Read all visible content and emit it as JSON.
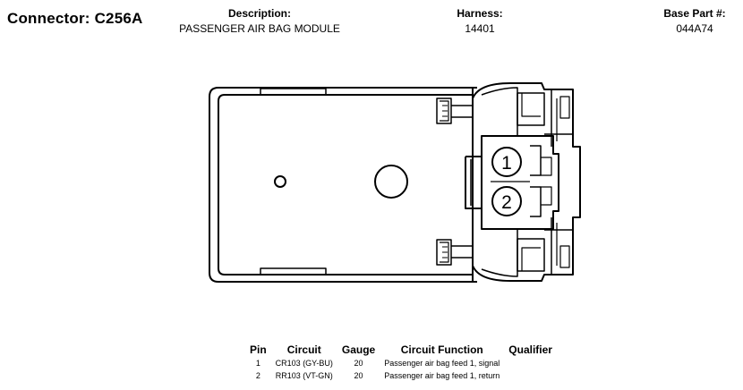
{
  "connector": {
    "title": "Connector: C256A"
  },
  "header": {
    "description_label": "Description:",
    "description_value": "PASSENGER AIR BAG MODULE",
    "harness_label": "Harness:",
    "harness_value": "14401",
    "base_part_label": "Base Part #:",
    "base_part_value": "044A74"
  },
  "drawing": {
    "pin_labels": [
      "1",
      "2"
    ]
  },
  "pin_table": {
    "headers": [
      "Pin",
      "Circuit",
      "Gauge",
      "Circuit Function",
      "Qualifier"
    ],
    "rows": [
      {
        "pin": "1",
        "circuit": "CR103 (GY-BU)",
        "gauge": "20",
        "function": "Passenger air bag feed 1, signal",
        "qualifier": ""
      },
      {
        "pin": "2",
        "circuit": "RR103 (VT-GN)",
        "gauge": "20",
        "function": "Passenger air bag feed 1, return",
        "qualifier": ""
      }
    ]
  }
}
